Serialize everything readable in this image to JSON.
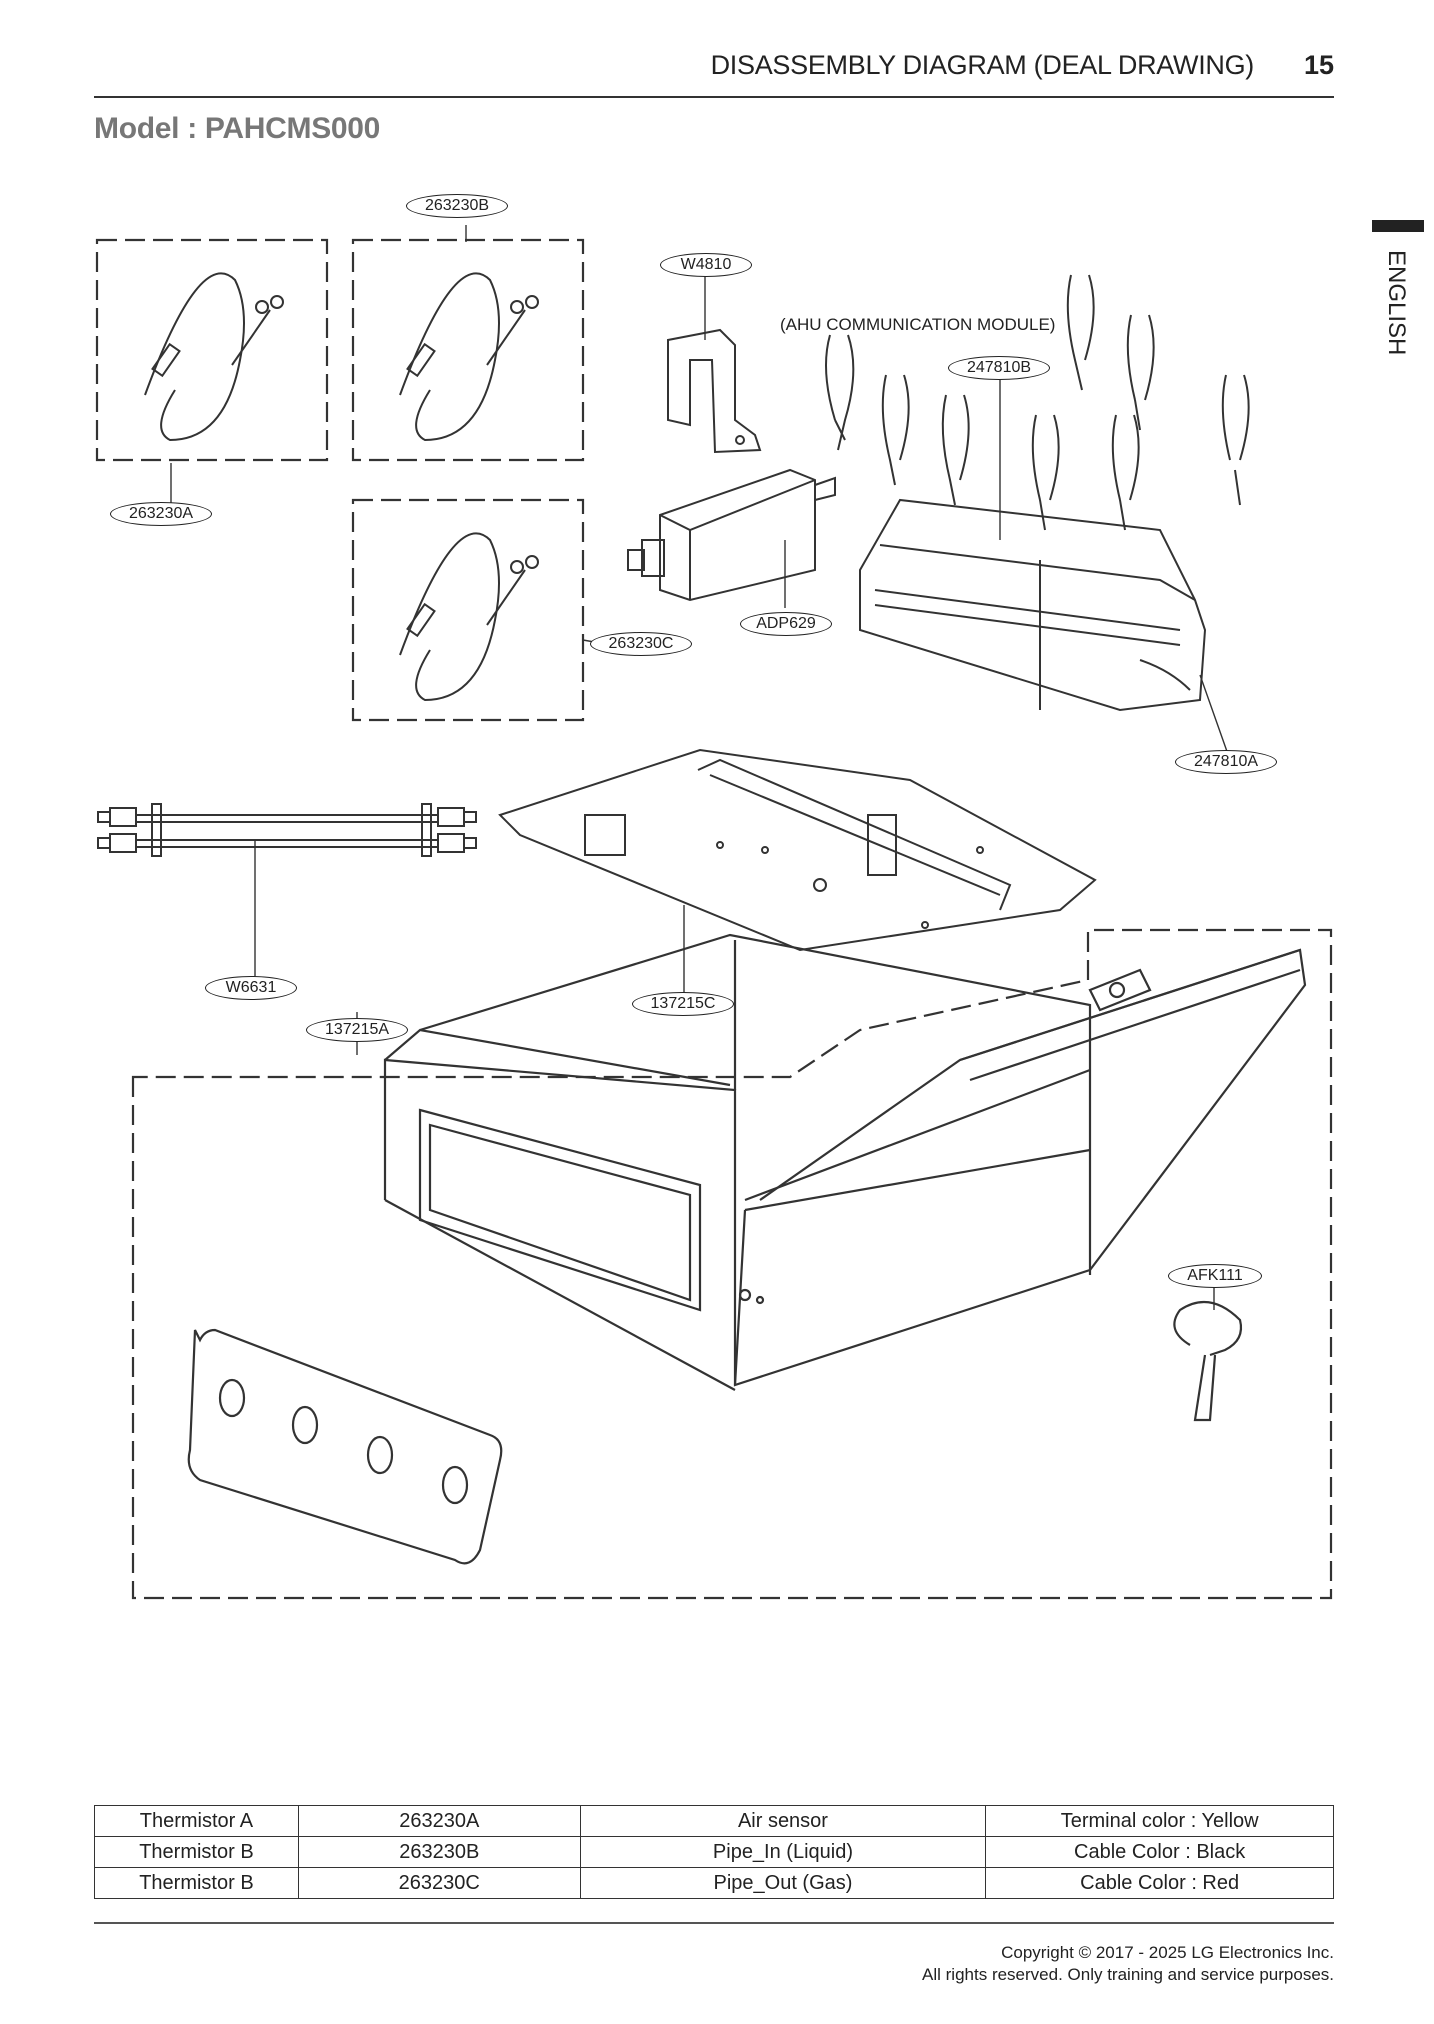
{
  "header": {
    "section_title": "DISASSEMBLY DIAGRAM (DEAL DRAWING)",
    "page_number": "15"
  },
  "model_title": "Model : PAHCMS000",
  "side_tab": {
    "label": "ENGLISH"
  },
  "diagram": {
    "module_note": "(AHU COMMUNICATION MODULE)",
    "callouts": [
      "263230B",
      "263230A",
      "W4810",
      "247810B",
      "263230C",
      "ADP629",
      "247810A",
      "W6631",
      "137215C",
      "137215A",
      "AFK111"
    ]
  },
  "parts_table": {
    "rows": [
      [
        "Thermistor A",
        "263230A",
        "Air sensor",
        "Terminal color : Yellow"
      ],
      [
        "Thermistor B",
        "263230B",
        "Pipe_In (Liquid)",
        "Cable Color : Black"
      ],
      [
        "Thermistor B",
        "263230C",
        "Pipe_Out (Gas)",
        "Cable Color : Red"
      ]
    ]
  },
  "footer": {
    "copyright_line1": "Copyright © 2017 - 2025 LG Electronics Inc.",
    "copyright_line2": "All rights reserved. Only training and service purposes."
  }
}
